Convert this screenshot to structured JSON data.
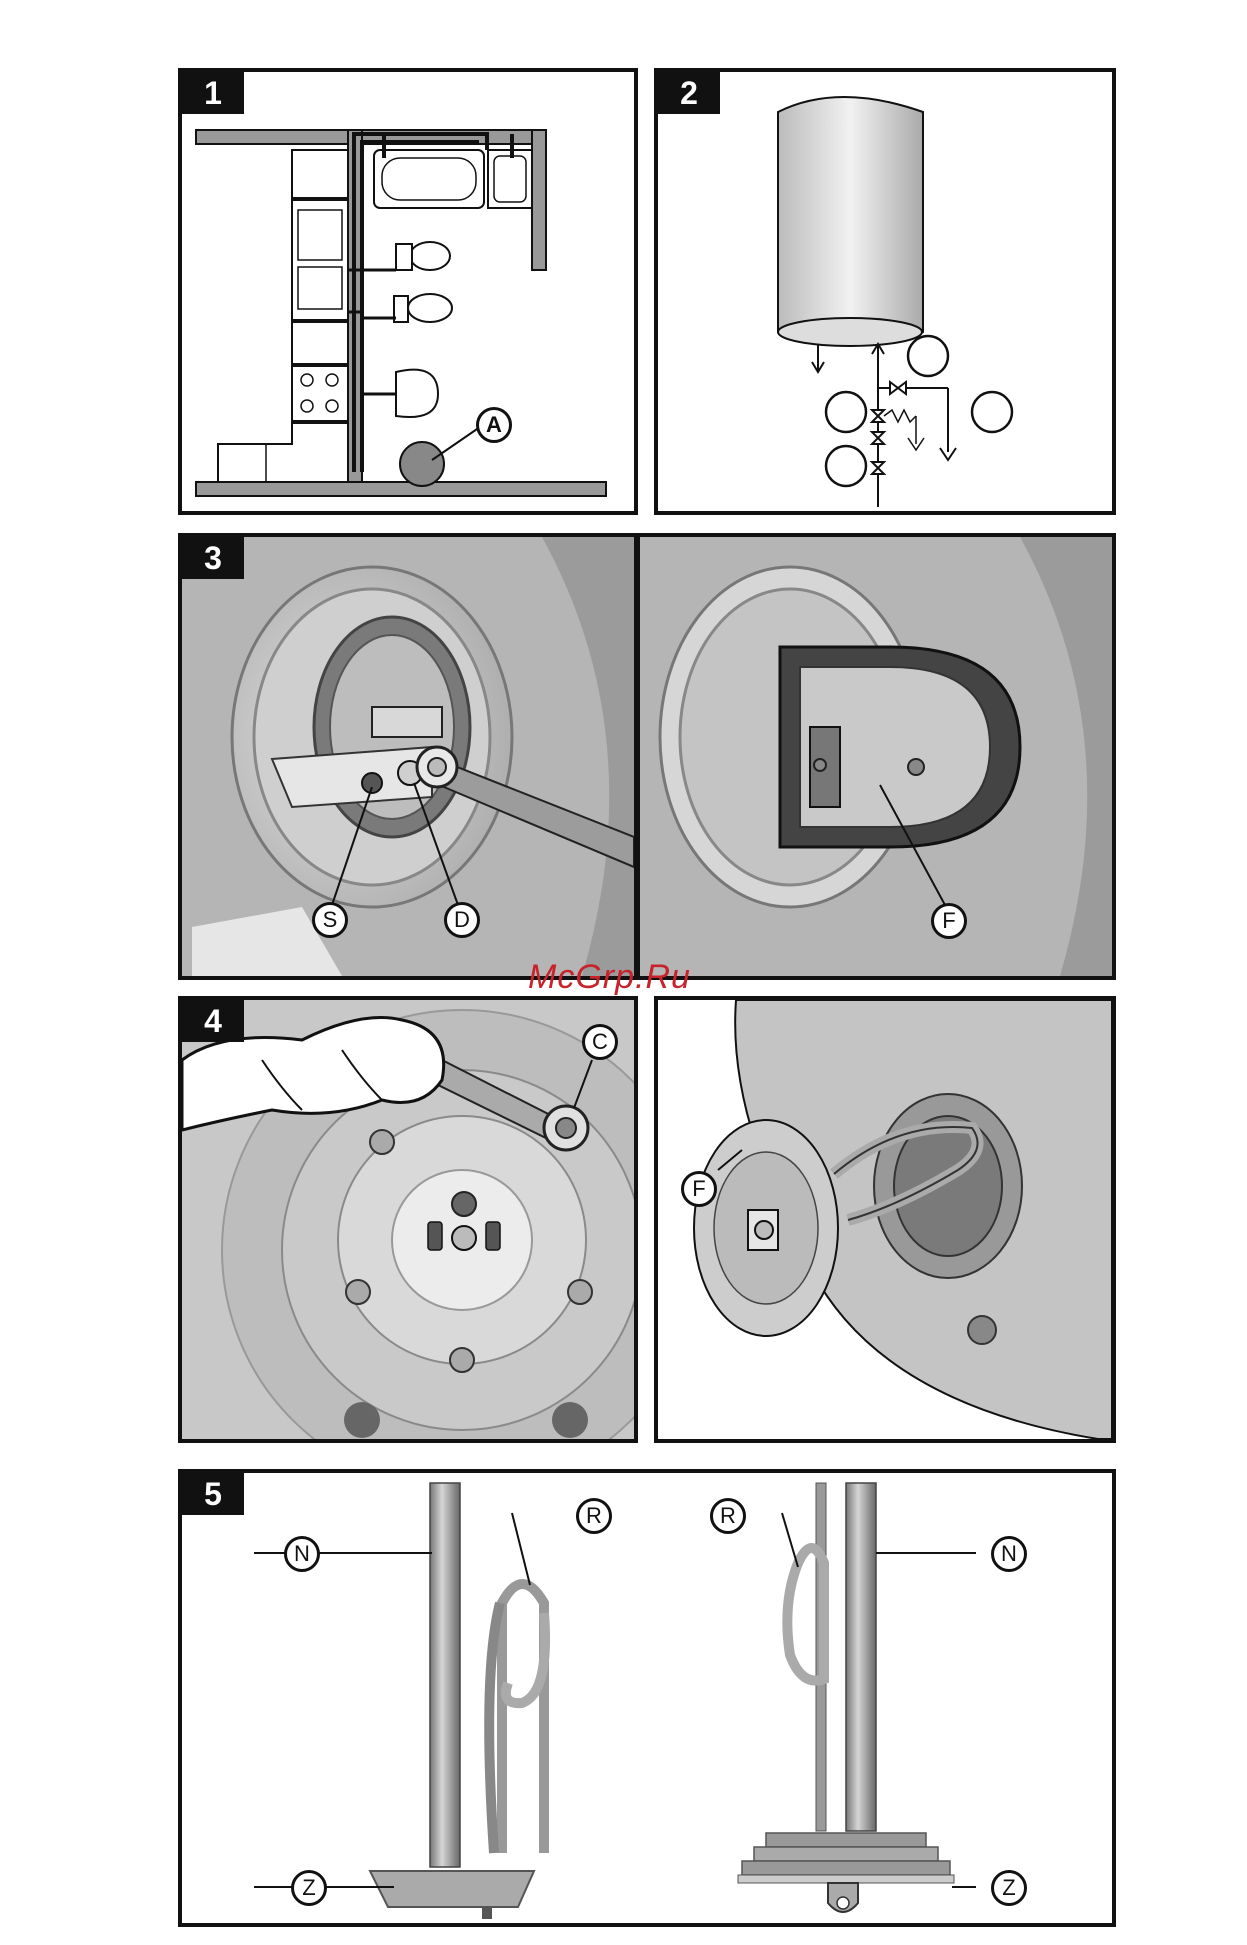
{
  "panels": {
    "p1": {
      "number": "1",
      "callout_a": "A"
    },
    "p2": {
      "number": "2"
    },
    "p3": {
      "number": "3",
      "callout_s": "S",
      "callout_d": "D",
      "callout_f": "F"
    },
    "p4": {
      "number": "4",
      "callout_c": "C",
      "callout_f": "F"
    },
    "p5": {
      "number": "5",
      "callout_n_left": "N",
      "callout_r_left": "R",
      "callout_z_left": "Z",
      "callout_r_right": "R",
      "callout_n_right": "N",
      "callout_z_right": "Z"
    }
  },
  "watermark": "McGrp.Ru"
}
